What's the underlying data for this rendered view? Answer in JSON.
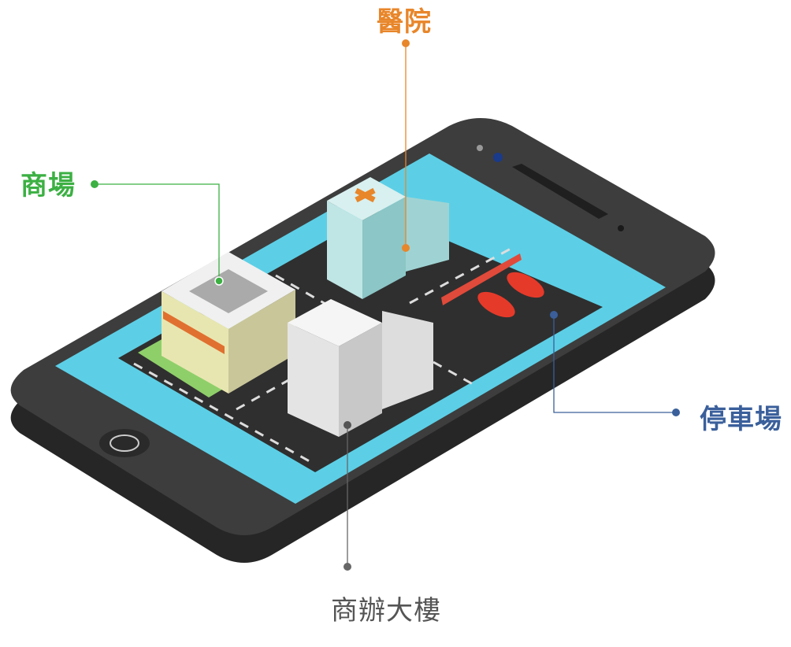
{
  "labels": {
    "hospital": "醫院",
    "mall": "商場",
    "parking": "停車場",
    "office": "商辦大樓"
  },
  "colors": {
    "hospital": "#e8862a",
    "mall": "#3cb043",
    "parking": "#3a5f9b",
    "office": "#666666",
    "screen": "#5ccfe6",
    "phone": "#3a3a3a"
  }
}
